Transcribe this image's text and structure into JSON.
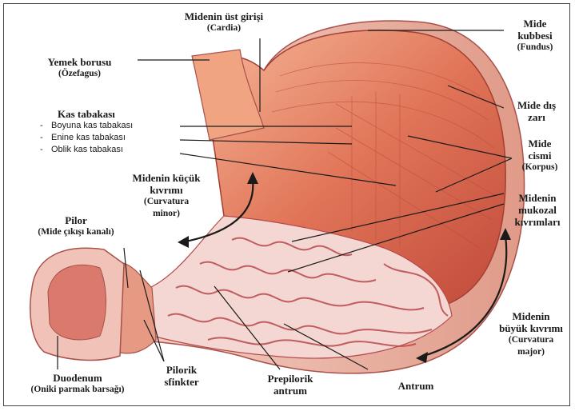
{
  "labels": {
    "cardia": {
      "line1": "Midenin üst  girişi",
      "line2": "(Cardia)"
    },
    "fundus": {
      "line1": "Mide",
      "line2": "kubbesi",
      "line3": "(Fundus)"
    },
    "esophagus": {
      "line1": "Yemek borusu",
      "line2": "(Özefagus)"
    },
    "muscle": {
      "title": "Kas  tabakası",
      "items": [
        "Boyuna kas tabakası",
        "Enine  kas  tabakası",
        "Oblik kas tabakası"
      ]
    },
    "serosa": {
      "line1": "Mide dış",
      "line2": "zarı"
    },
    "corpus": {
      "line1": "Mide",
      "line2": "cismi",
      "line3": "(Korpus)"
    },
    "minor": {
      "line1": "Midenin küçük",
      "line2": "kıvrımı",
      "line3": "(Curvatura",
      "line4": "minor)"
    },
    "pylorus": {
      "line1": "Pilor",
      "line2": "(Mide çıkışı kanalı)"
    },
    "mucosa": {
      "line1": "Midenin",
      "line2": "mukozal",
      "line3": "kıvrımları"
    },
    "major": {
      "line1": "Midenin",
      "line2": "büyük kıvrımı",
      "line3": "(Curvatura",
      "line4": "major)"
    },
    "duodenum": {
      "line1": "Duodenum",
      "line2": "(Oniki parmak barsağı)"
    },
    "sphincter": {
      "line1": "Pilorik",
      "line2": "sfinkter"
    },
    "prepyloric": {
      "line1": "Prepilorik",
      "line2": "antrum"
    },
    "antrum": {
      "line1": "Antrum"
    }
  },
  "colors": {
    "muscle": "#d9644c",
    "muscle_light": "#f2a98a",
    "mucosa": "#f4d6d2",
    "fold": "#b8494a",
    "outer": "#e8b4a6",
    "ink": "#1a1a1a"
  }
}
